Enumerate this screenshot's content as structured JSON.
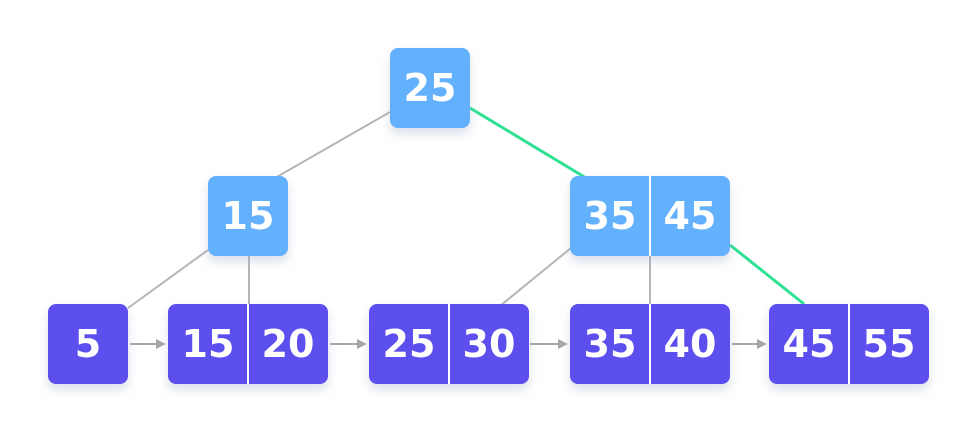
{
  "colors": {
    "internal_node": "#64B0FC",
    "leaf_node": "#5C4FEE",
    "edge": "#B5B5B5",
    "highlight_edge": "#2EE092",
    "arrow": "#A6A6A6",
    "key_text": "#FFFFFF",
    "cell_divider": "#FFFFFF"
  },
  "tree": {
    "root": {
      "keys": [
        "25"
      ]
    },
    "internal": [
      {
        "keys": [
          "15"
        ]
      },
      {
        "keys": [
          "35",
          "45"
        ]
      }
    ],
    "leaves": [
      {
        "keys": [
          "5"
        ]
      },
      {
        "keys": [
          "15",
          "20"
        ]
      },
      {
        "keys": [
          "25",
          "30"
        ]
      },
      {
        "keys": [
          "35",
          "40"
        ]
      },
      {
        "keys": [
          "45",
          "55"
        ]
      }
    ],
    "highlighted_path": [
      "25",
      "45",
      "45 55"
    ]
  }
}
